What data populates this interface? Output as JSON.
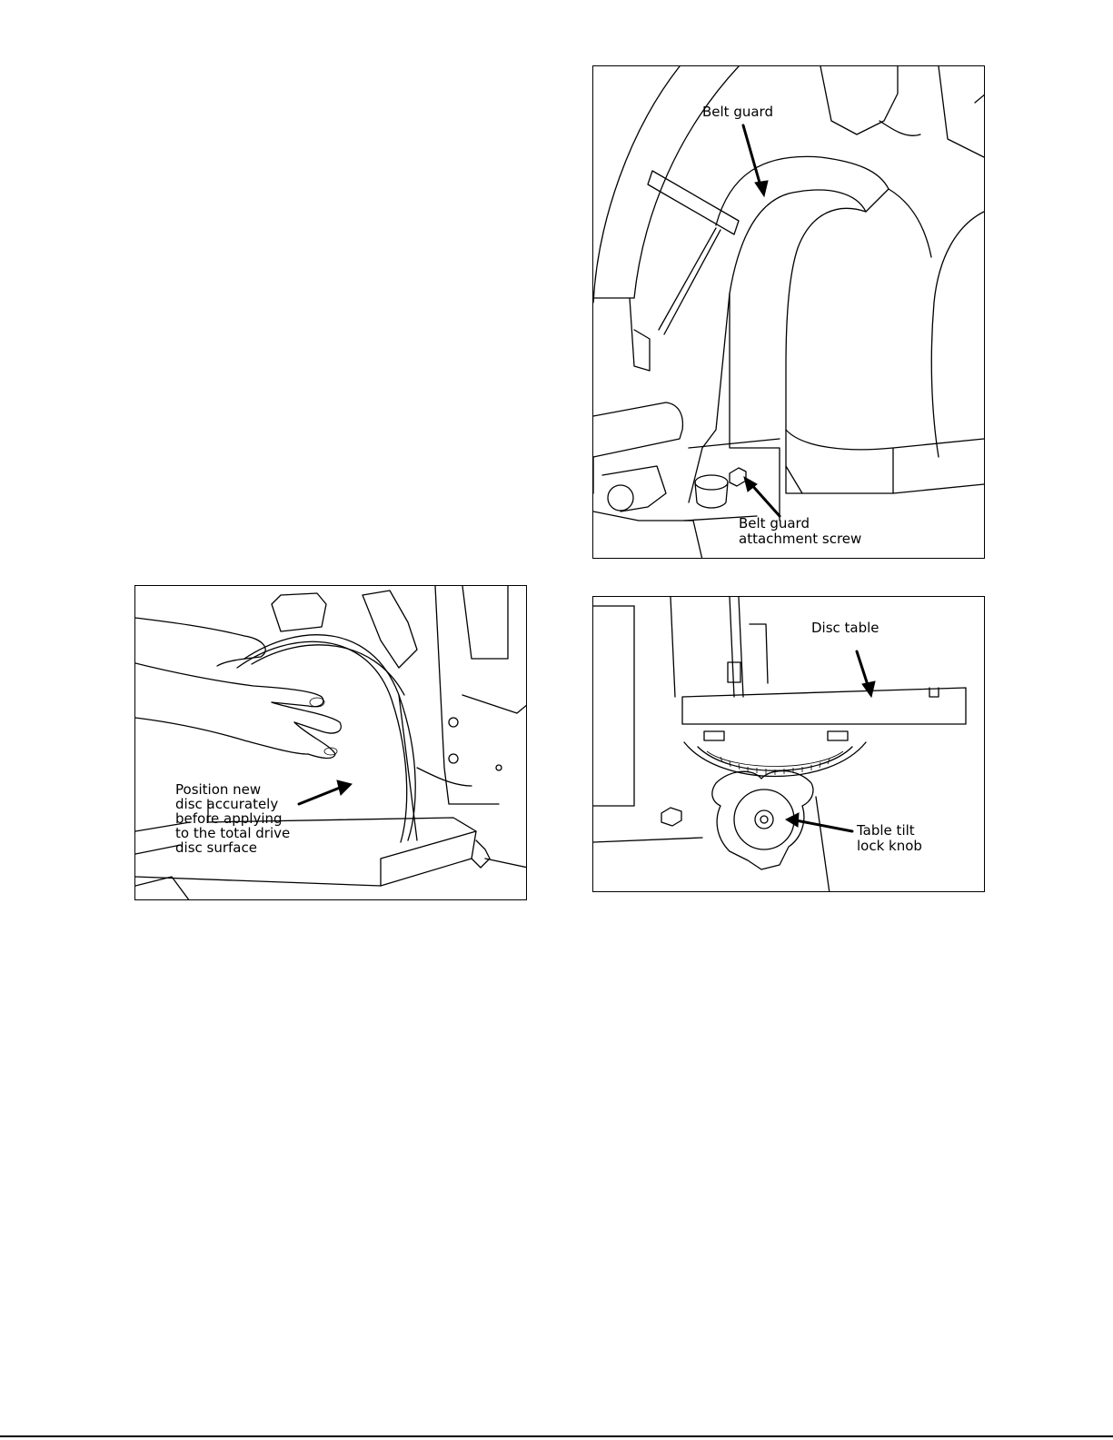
{
  "figures": {
    "belt_guard": {
      "label_belt_guard": "Belt guard",
      "label_screw_line1": "Belt guard",
      "label_screw_line2": "attachment screw"
    },
    "disc_replace": {
      "label_line1": "Position new",
      "label_line2": "disc accurately",
      "label_line3": "before applying",
      "label_line4": "to the total drive",
      "label_line5": "disc surface"
    },
    "disc_table": {
      "label_disc_table": "Disc table",
      "label_knob_line1": "Table tilt",
      "label_knob_line2": "lock knob"
    }
  }
}
